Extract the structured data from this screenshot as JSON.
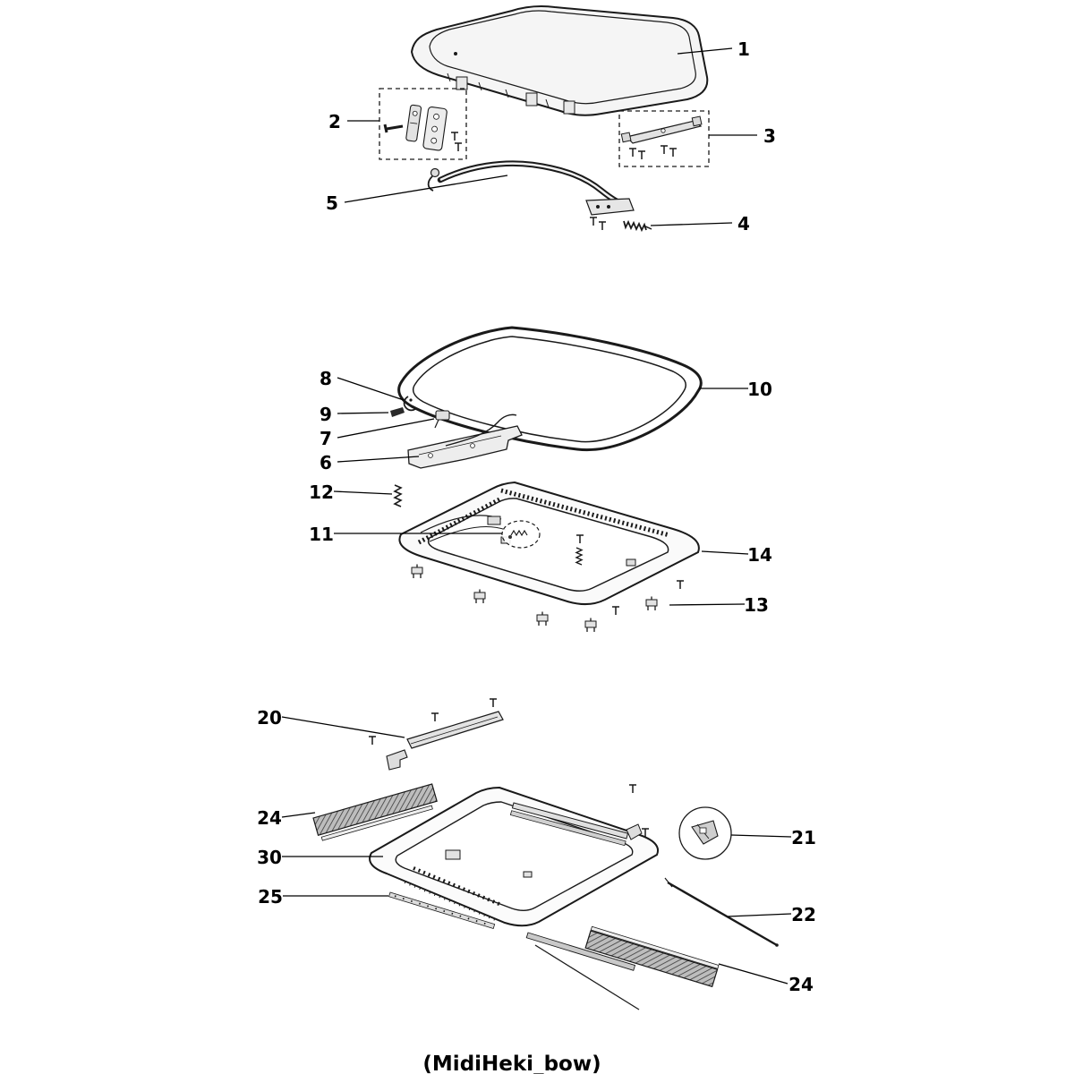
{
  "page": {
    "caption": "(MidiHeki_bow)"
  },
  "labels": [
    {
      "text": "1"
    },
    {
      "text": "2"
    },
    {
      "text": "3"
    },
    {
      "text": "5"
    },
    {
      "text": "4"
    },
    {
      "text": "8"
    },
    {
      "text": "9"
    },
    {
      "text": "7"
    },
    {
      "text": "6"
    },
    {
      "text": "10"
    },
    {
      "text": "12"
    },
    {
      "text": "11"
    },
    {
      "text": "14"
    },
    {
      "text": "13"
    },
    {
      "text": "20"
    },
    {
      "text": "24"
    },
    {
      "text": "30"
    },
    {
      "text": "25"
    },
    {
      "text": "21"
    },
    {
      "text": "22"
    },
    {
      "text": "24"
    }
  ],
  "colors": {
    "line": "#1a1a1a",
    "background": "#ffffff"
  }
}
